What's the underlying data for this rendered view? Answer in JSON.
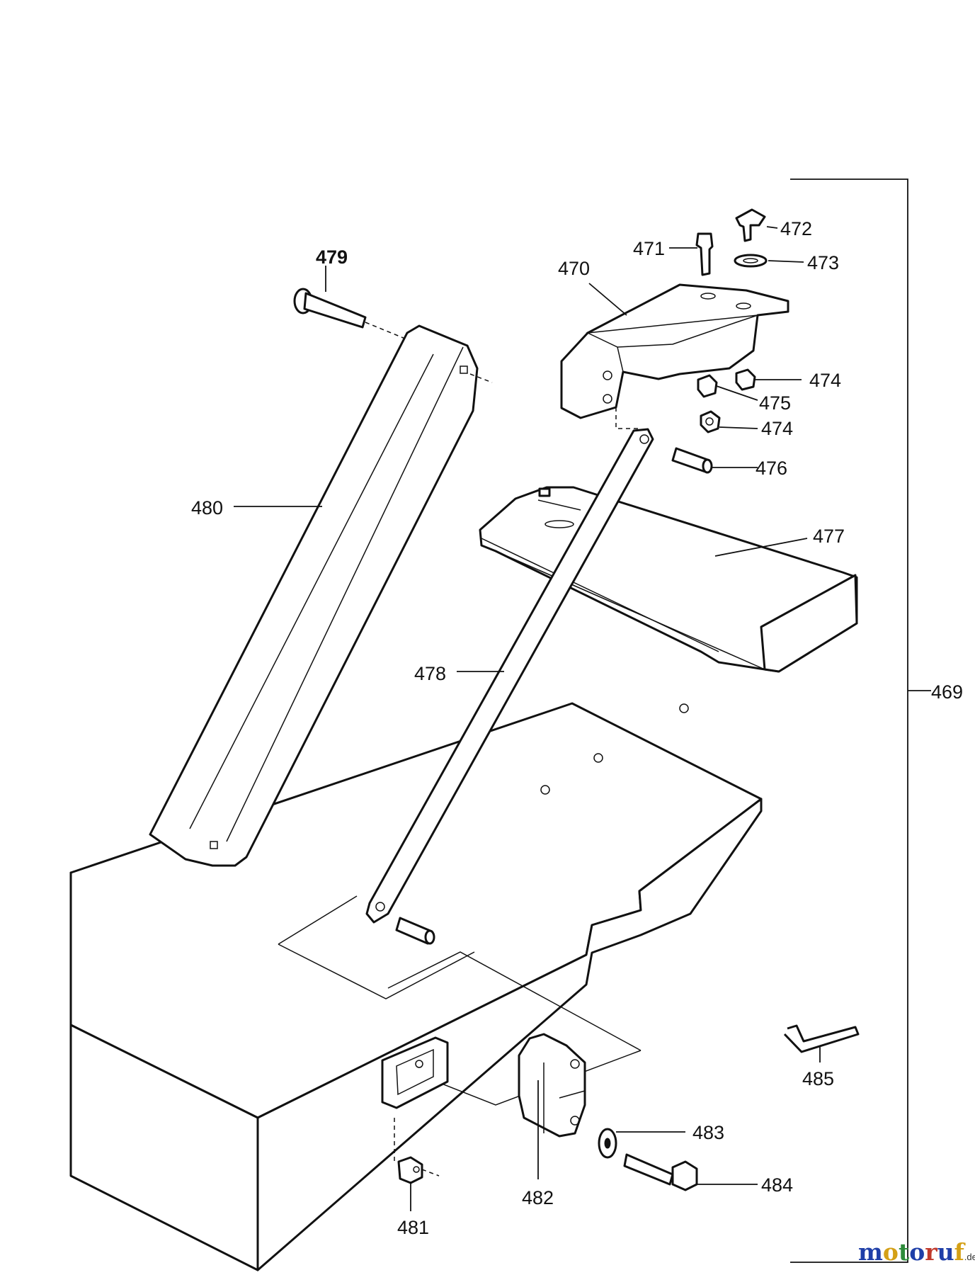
{
  "diagram": {
    "assembly_label": "469",
    "parts": [
      {
        "id": "p470",
        "label": "470"
      },
      {
        "id": "p471",
        "label": "471"
      },
      {
        "id": "p472",
        "label": "472"
      },
      {
        "id": "p473",
        "label": "473"
      },
      {
        "id": "p474a",
        "label": "474"
      },
      {
        "id": "p475",
        "label": "475"
      },
      {
        "id": "p474b",
        "label": "474"
      },
      {
        "id": "p476",
        "label": "476"
      },
      {
        "id": "p477",
        "label": "477"
      },
      {
        "id": "p478",
        "label": "478"
      },
      {
        "id": "p479",
        "label": "479"
      },
      {
        "id": "p480",
        "label": "480"
      },
      {
        "id": "p481",
        "label": "481"
      },
      {
        "id": "p482",
        "label": "482"
      },
      {
        "id": "p483",
        "label": "483"
      },
      {
        "id": "p484",
        "label": "484"
      },
      {
        "id": "p485",
        "label": "485"
      }
    ]
  },
  "watermark": {
    "letters": [
      "m",
      "o",
      "t",
      "o",
      "r",
      "u",
      "f"
    ],
    "colors": [
      "#1f3fa8",
      "#d4a017",
      "#2e8b3a",
      "#1f3fa8",
      "#c0392b",
      "#1f3fa8",
      "#d4a017"
    ],
    "suffix": ".de"
  }
}
